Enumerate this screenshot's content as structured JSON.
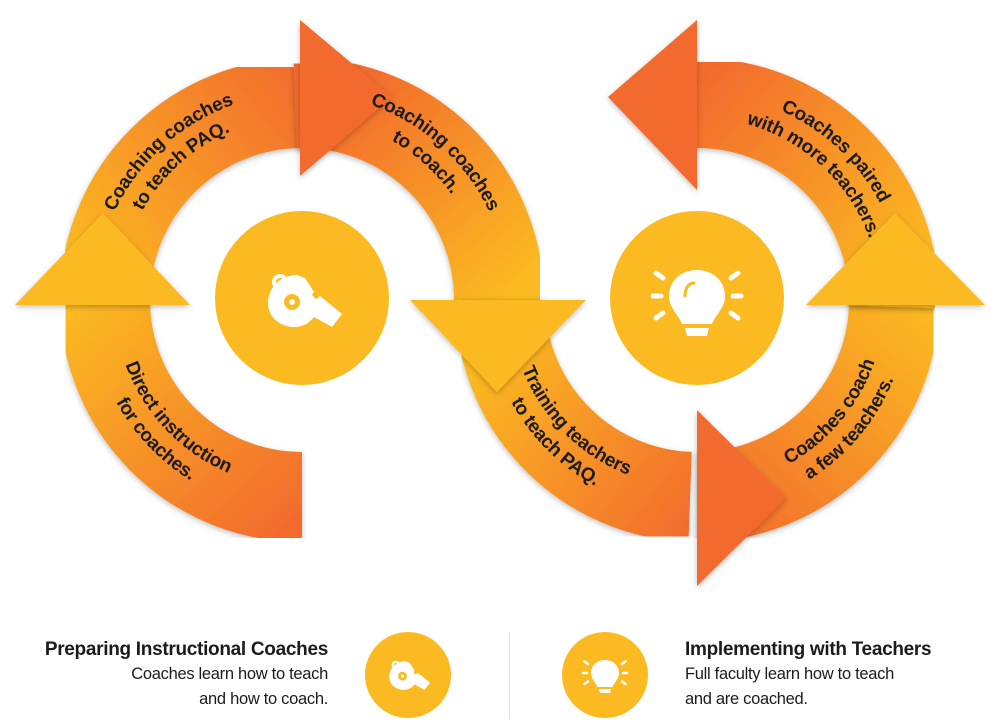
{
  "colors": {
    "yellow": "#FBBA21",
    "orange": "#F26A2E",
    "text": "#1b1b1b"
  },
  "loop_left": {
    "icon": "whistle-icon",
    "labels": [
      {
        "line1": "Direct instruction",
        "line2": "for coaches."
      },
      {
        "line1": "Coaching coaches",
        "line2": "to teach PAQ."
      },
      {
        "line1": "Coaching coaches",
        "line2": "to coach."
      }
    ]
  },
  "loop_right": {
    "icon": "lightbulb-icon",
    "labels": [
      {
        "line1": "Training teachers",
        "line2": "to teach PAQ."
      },
      {
        "line1": "Coaches coach",
        "line2": "a few teachers."
      },
      {
        "line1": "Coaches paired",
        "line2": "with more teachers."
      }
    ]
  },
  "legend": {
    "left": {
      "title": "Preparing Instructional Coaches",
      "line1": "Coaches learn how to teach",
      "line2": "and how to coach.",
      "icon": "whistle-icon"
    },
    "right": {
      "title": "Implementing with Teachers",
      "line1": "Full faculty learn how to teach",
      "line2": "and are coached.",
      "icon": "lightbulb-icon"
    }
  }
}
